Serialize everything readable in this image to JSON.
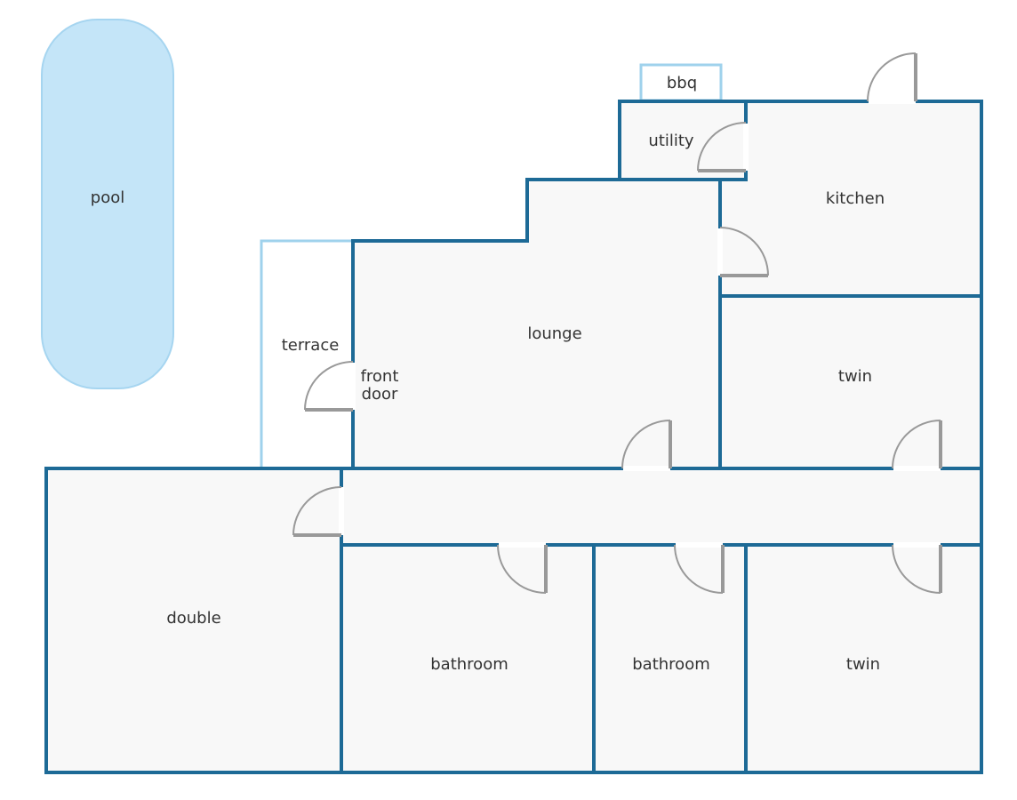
{
  "colors": {
    "wall": "#1d6a96",
    "room_fill": "#f8f8f8",
    "pool_fill": "#c4e5f8",
    "pool_border": "#a6d5f0",
    "outline_light": "#9fd2ec",
    "door": "#999999",
    "text": "#333333"
  },
  "rooms": {
    "pool": "pool",
    "bbq": "bbq",
    "utility": "utility",
    "kitchen": "kitchen",
    "terrace": "terrace",
    "lounge": "lounge",
    "front_door_line1": "front",
    "front_door_line2": "door",
    "twin_upper": "twin",
    "double": "double",
    "bathroom_left": "bathroom",
    "bathroom_right": "bathroom",
    "twin_lower": "twin"
  }
}
